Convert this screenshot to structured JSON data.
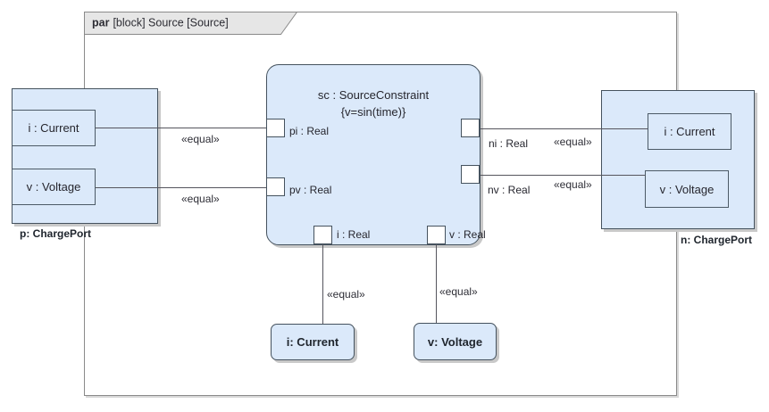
{
  "frame": {
    "keyword": "par",
    "title": "[block] Source [Source]"
  },
  "left_block": {
    "name": "p: ChargePort",
    "parts": [
      {
        "label": "i : Current"
      },
      {
        "label": "v : Voltage"
      }
    ]
  },
  "right_block": {
    "name": "n: ChargePort",
    "parts": [
      {
        "label": "i : Current"
      },
      {
        "label": "v : Voltage"
      }
    ]
  },
  "constraint_block": {
    "name": "sc : SourceConstraint",
    "constraint": "{v=sin(time)}",
    "ports": {
      "pi": "pi : Real",
      "pv": "pv : Real",
      "ni": "ni : Real",
      "nv": "nv : Real",
      "i": "i : Real",
      "v": "v : Real"
    }
  },
  "value_blocks": [
    {
      "label": "i: Current"
    },
    {
      "label": "v: Voltage"
    }
  ],
  "connectors": [
    {
      "from": "p.i : Current",
      "to": "sc.pi",
      "label": "«equal»"
    },
    {
      "from": "p.v : Voltage",
      "to": "sc.pv",
      "label": "«equal»"
    },
    {
      "from": "sc.ni",
      "to": "n.i : Current",
      "label": "«equal»"
    },
    {
      "from": "sc.nv",
      "to": "n.v : Voltage",
      "label": "«equal»"
    },
    {
      "from": "sc.i",
      "to": "i: Current",
      "label": "«equal»"
    },
    {
      "from": "sc.v",
      "to": "v: Voltage",
      "label": "«equal»"
    }
  ],
  "colors": {
    "block_fill": "#dbe9fa",
    "block_border": "#45525e",
    "frame_border": "#8a8a8a",
    "tab_fill": "#e6e6e6",
    "connector": "#55555d",
    "shadow": "#c9c9c9",
    "text": "#26262e"
  }
}
